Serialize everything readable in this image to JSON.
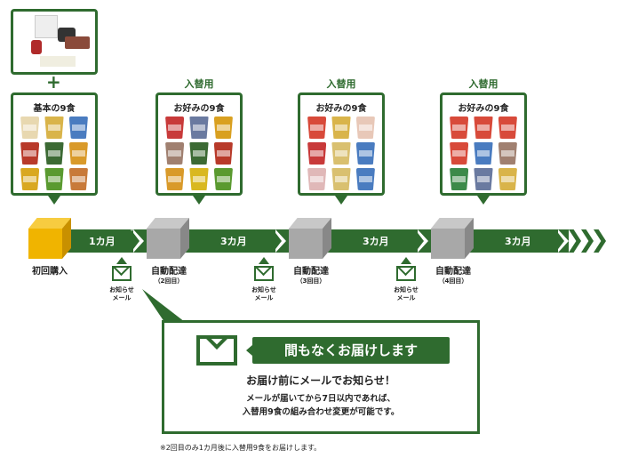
{
  "starter_kit": {
    "plus": "+"
  },
  "boxes": [
    {
      "header": "",
      "title": "基本の9食",
      "cups": [
        "#e8d8b0",
        "#d9b44a",
        "#4a7cc0",
        "#b83a2a",
        "#3c6a34",
        "#d99a2a",
        "#d9a820",
        "#5a9a30",
        "#c87a3a"
      ]
    },
    {
      "header": "入替用",
      "title": "お好みの9食",
      "cups": [
        "#c83a3a",
        "#6a7aa0",
        "#d9a020",
        "#a08070",
        "#3c6a34",
        "#b83a2a",
        "#d99a2a",
        "#d9b820",
        "#5a9a30"
      ]
    },
    {
      "header": "入替用",
      "title": "お好みの9食",
      "cups": [
        "#d84a3a",
        "#d9b44a",
        "#e8c8b8",
        "#c83a3a",
        "#d9c070",
        "#4a7cc0",
        "#e0b8b8",
        "#d9c070",
        "#4a7cc0"
      ]
    },
    {
      "header": "入替用",
      "title": "お好みの9食",
      "cups": [
        "#d84a3a",
        "#d84a3a",
        "#d84a3a",
        "#d84a3a",
        "#4a7cc0",
        "#a08070",
        "#3c8a4a",
        "#6a7aa0",
        "#d9b44a"
      ]
    }
  ],
  "timeline": {
    "intervals": [
      {
        "label": "1カ月",
        "mark": "※"
      },
      {
        "label": "3カ月"
      },
      {
        "label": "3カ月"
      },
      {
        "label": "3カ月"
      }
    ],
    "steps": [
      {
        "label": "初回購入",
        "sub": ""
      },
      {
        "label": "自動配達",
        "sub": "（2回目）"
      },
      {
        "label": "自動配達",
        "sub": "（3回目）"
      },
      {
        "label": "自動配達",
        "sub": "（4回目）"
      }
    ],
    "mail_label_1": "お知らせ",
    "mail_label_2": "メール"
  },
  "notice": {
    "banner": "間もなくお届けします",
    "headline": "お届け前にメールでお知らせ！",
    "body_1": "メールが届いてから7日以内であれば、",
    "body_2": "入替用9食の組み合わせ変更が可能です。"
  },
  "footnote": "※2回目のみ1カ月後に入替用9食をお届けします。",
  "colors": {
    "green": "#2f6b2f",
    "first_box": "#f0b400",
    "box": "#a8a8a8"
  }
}
